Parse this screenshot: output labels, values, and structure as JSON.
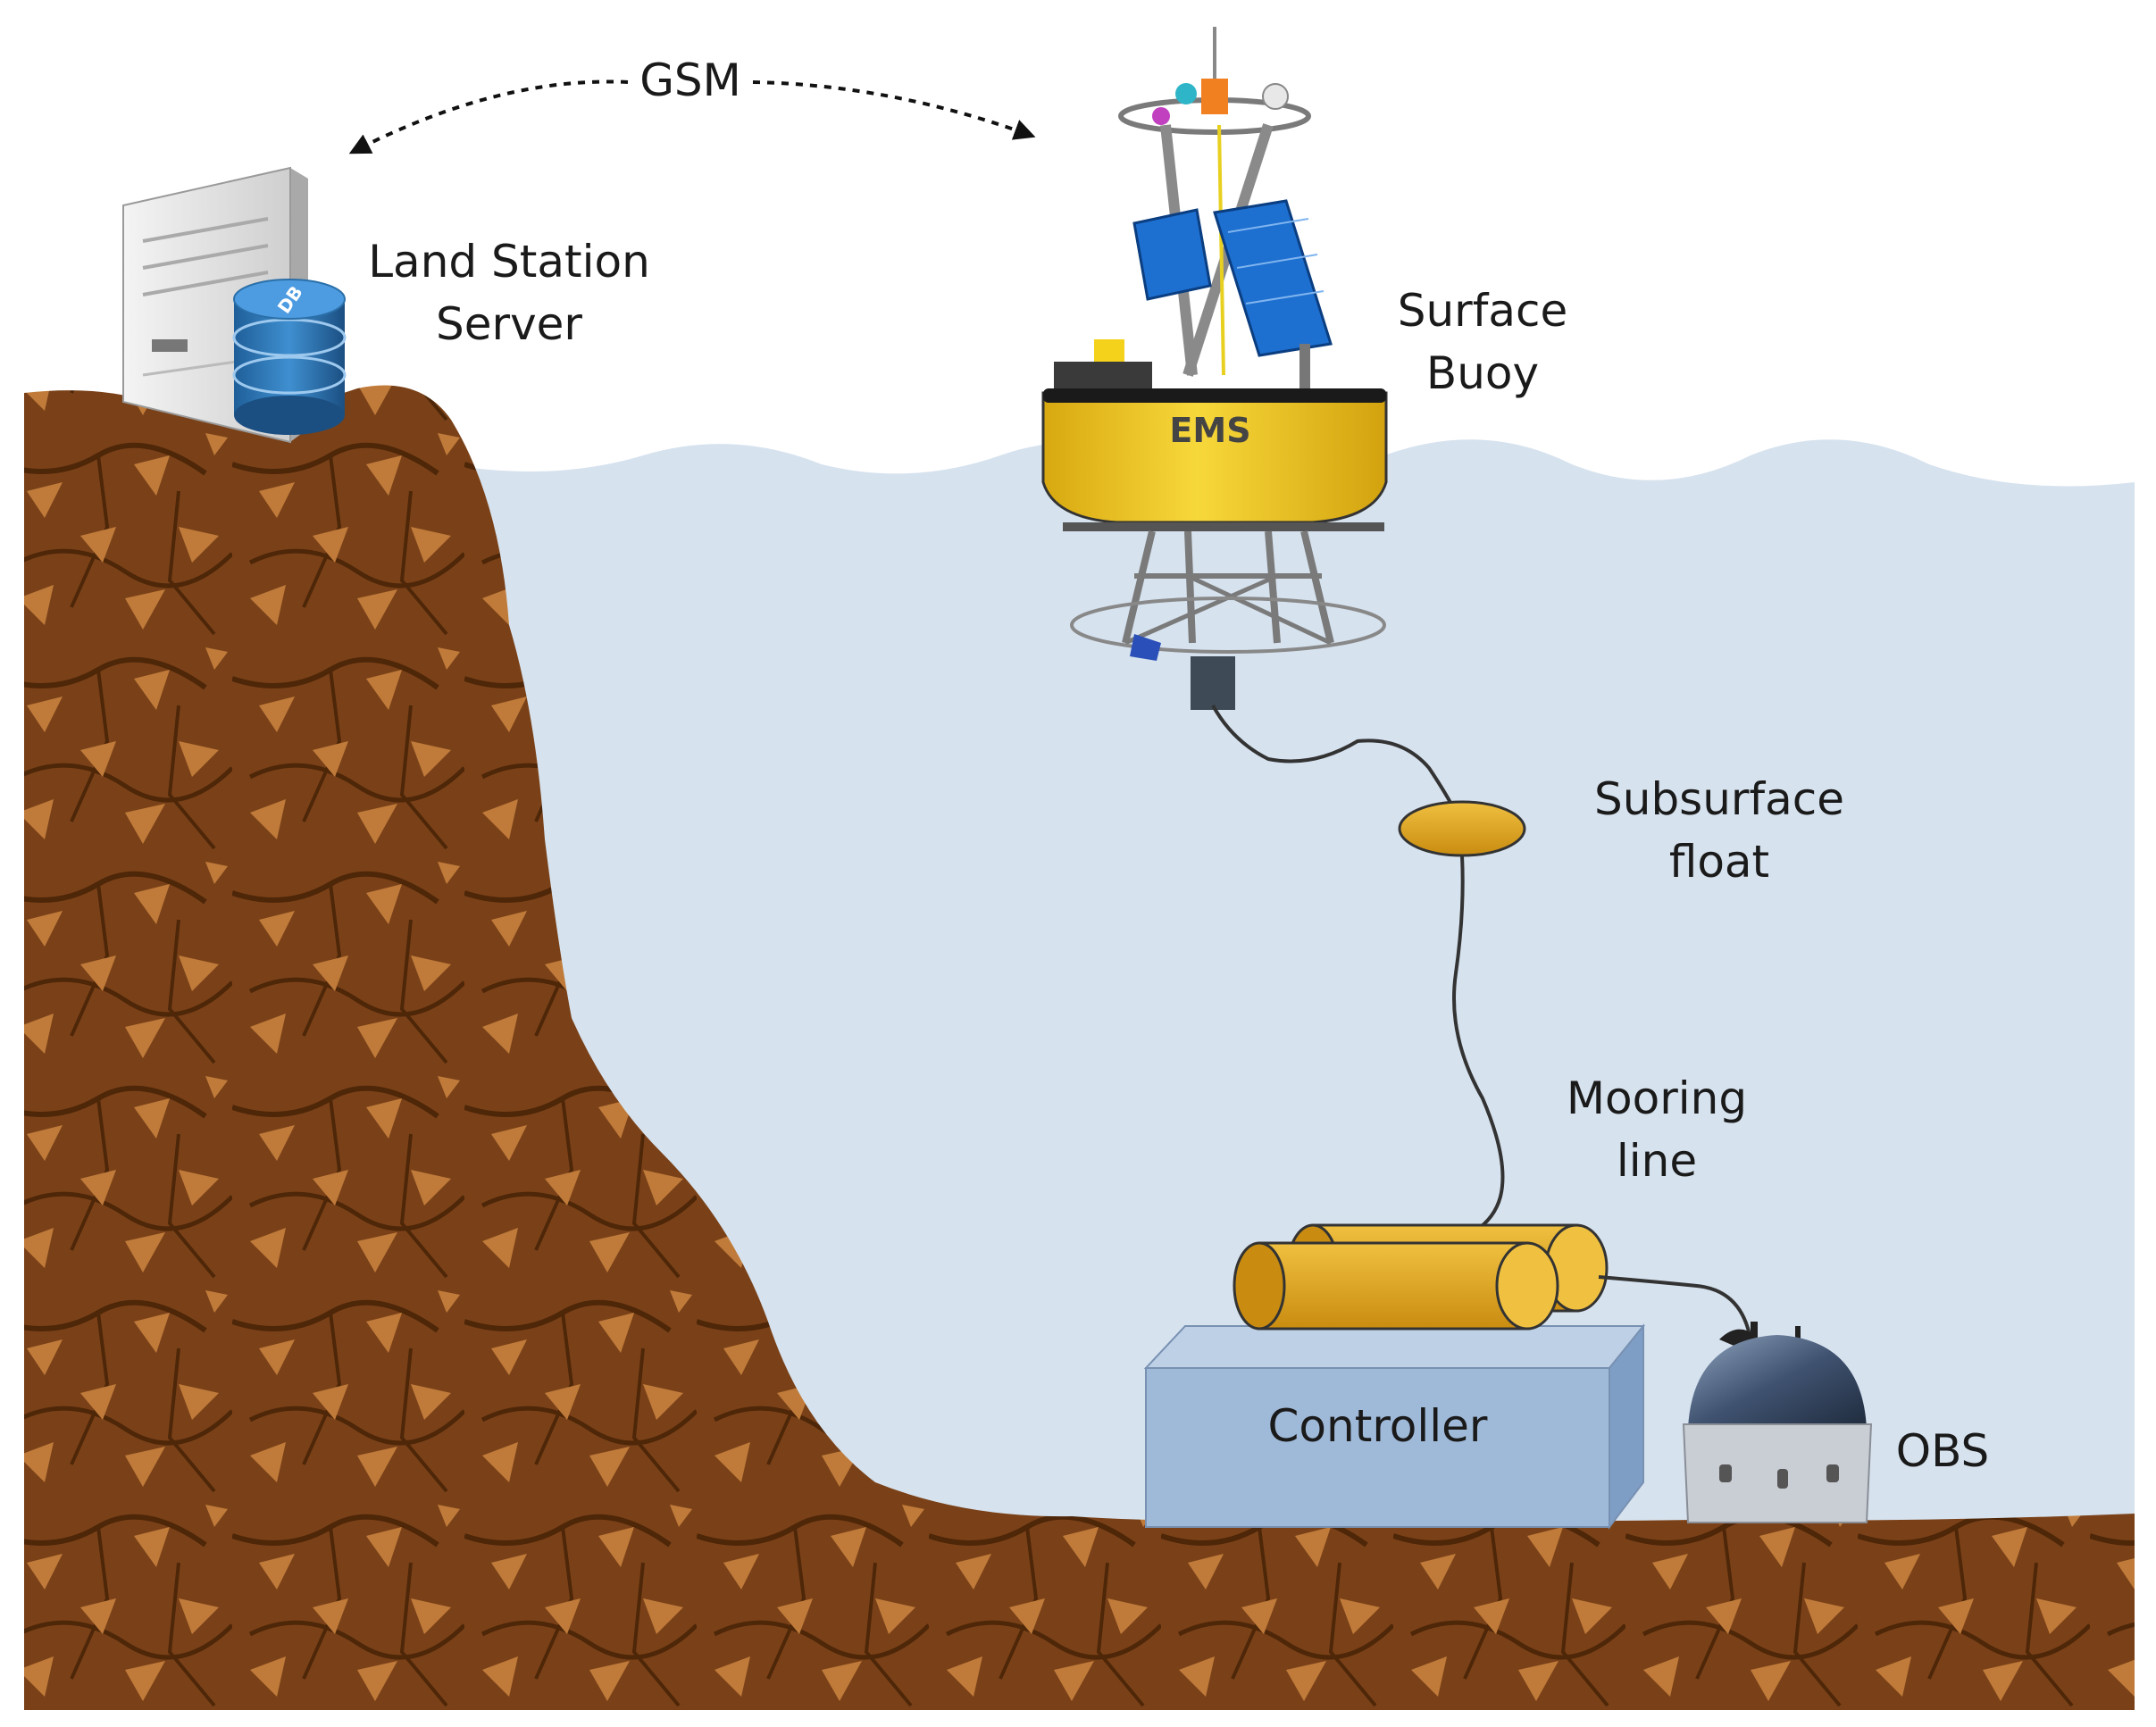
{
  "link": {
    "label": "GSM"
  },
  "land_station": {
    "line1": "Land Station",
    "line2": "Server",
    "db_label": "DB"
  },
  "surface_buoy": {
    "line1": "Surface",
    "line2": "Buoy",
    "brand": "EMS"
  },
  "subsurface_float": {
    "line1": "Subsurface",
    "line2": "float"
  },
  "mooring_line": {
    "line1": "Mooring",
    "line2": "line"
  },
  "controller": {
    "label": "Controller"
  },
  "obs": {
    "label": "OBS"
  },
  "colors": {
    "water": "#d6e2ee",
    "soil": "#7a4118",
    "soil_dark": "#4e2608",
    "soil_chips": "#c07b3a",
    "float_yellow": "#e0a81f",
    "controller_blue": "#9fb9d8",
    "buoy_yellow": "#f2cc1a",
    "solar_blue": "#1d6fd0"
  }
}
